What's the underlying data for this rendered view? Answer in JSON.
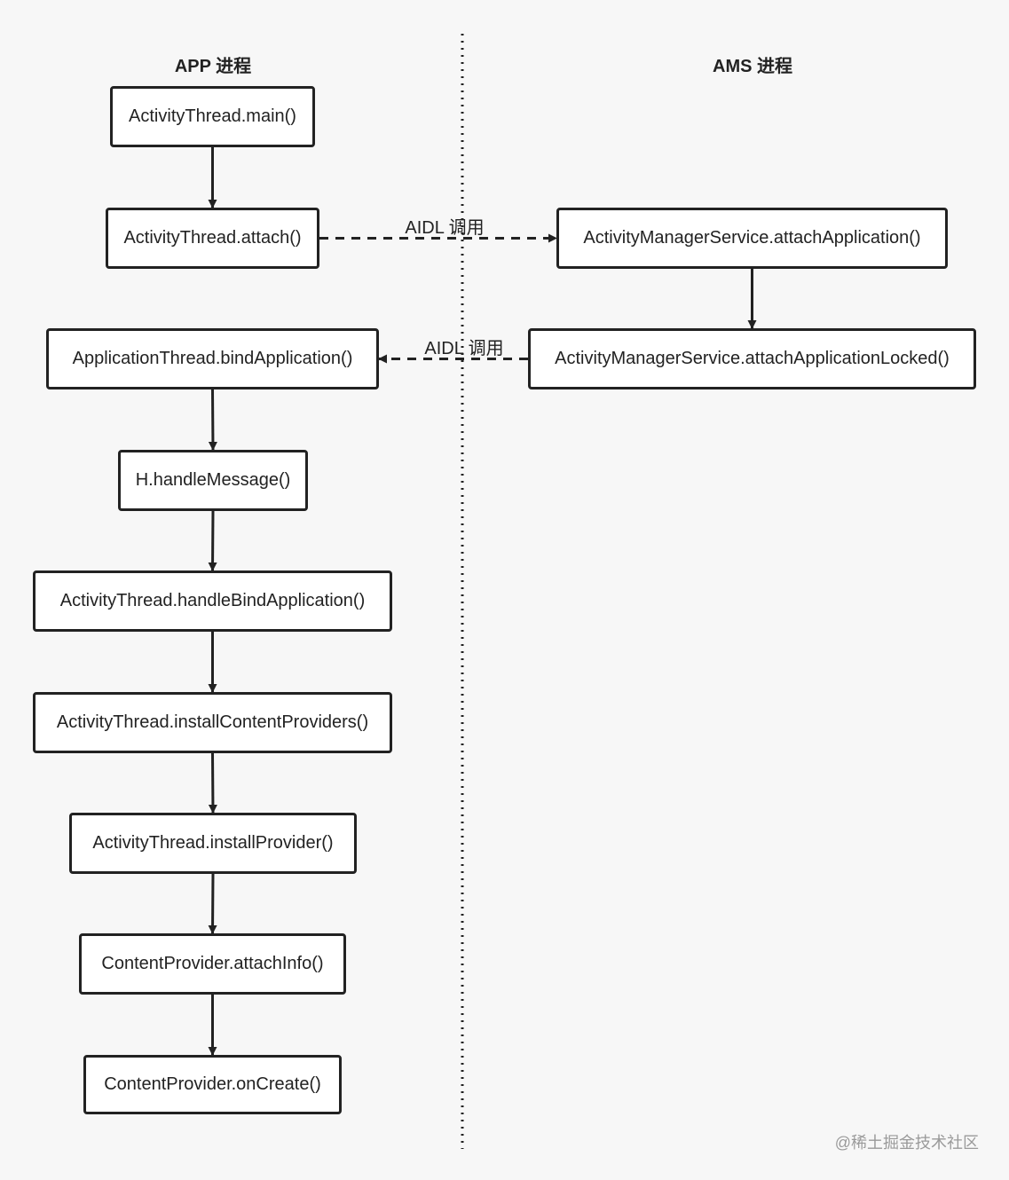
{
  "lanes": {
    "app": "APP 进程",
    "ams": "AMS 进程"
  },
  "nodes": {
    "main": "ActivityThread.main()",
    "attach": "ActivityThread.attach()",
    "attachApplication": "ActivityManagerService.attachApplication()",
    "attachApplicationLocked": "ActivityManagerService.attachApplicationLocked()",
    "bindApplication": "ApplicationThread.bindApplication()",
    "handleMessage": "H.handleMessage()",
    "handleBindApplication": "ActivityThread.handleBindApplication()",
    "installContentProviders": "ActivityThread.installContentProviders()",
    "installProvider": "ActivityThread.installProvider()",
    "attachInfo": "ContentProvider.attachInfo()",
    "onCreate": "ContentProvider.onCreate()"
  },
  "edges": [
    {
      "from": "main",
      "to": "attach",
      "style": "solid"
    },
    {
      "from": "attach",
      "to": "attachApplication",
      "style": "dashed",
      "label": "AIDL 调用"
    },
    {
      "from": "attachApplication",
      "to": "attachApplicationLocked",
      "style": "solid"
    },
    {
      "from": "attachApplicationLocked",
      "to": "bindApplication",
      "style": "dashed",
      "label": "AIDL 调用"
    },
    {
      "from": "bindApplication",
      "to": "handleMessage",
      "style": "solid"
    },
    {
      "from": "handleMessage",
      "to": "handleBindApplication",
      "style": "solid"
    },
    {
      "from": "handleBindApplication",
      "to": "installContentProviders",
      "style": "solid"
    },
    {
      "from": "installContentProviders",
      "to": "installProvider",
      "style": "solid"
    },
    {
      "from": "installProvider",
      "to": "attachInfo",
      "style": "solid"
    },
    {
      "from": "attachInfo",
      "to": "onCreate",
      "style": "solid"
    }
  ],
  "watermark": "@稀土掘金技术社区",
  "colors": {
    "background": "#f7f7f7",
    "stroke": "#222222",
    "node_fill": "#ffffff",
    "watermark": "#9a9a9a"
  }
}
